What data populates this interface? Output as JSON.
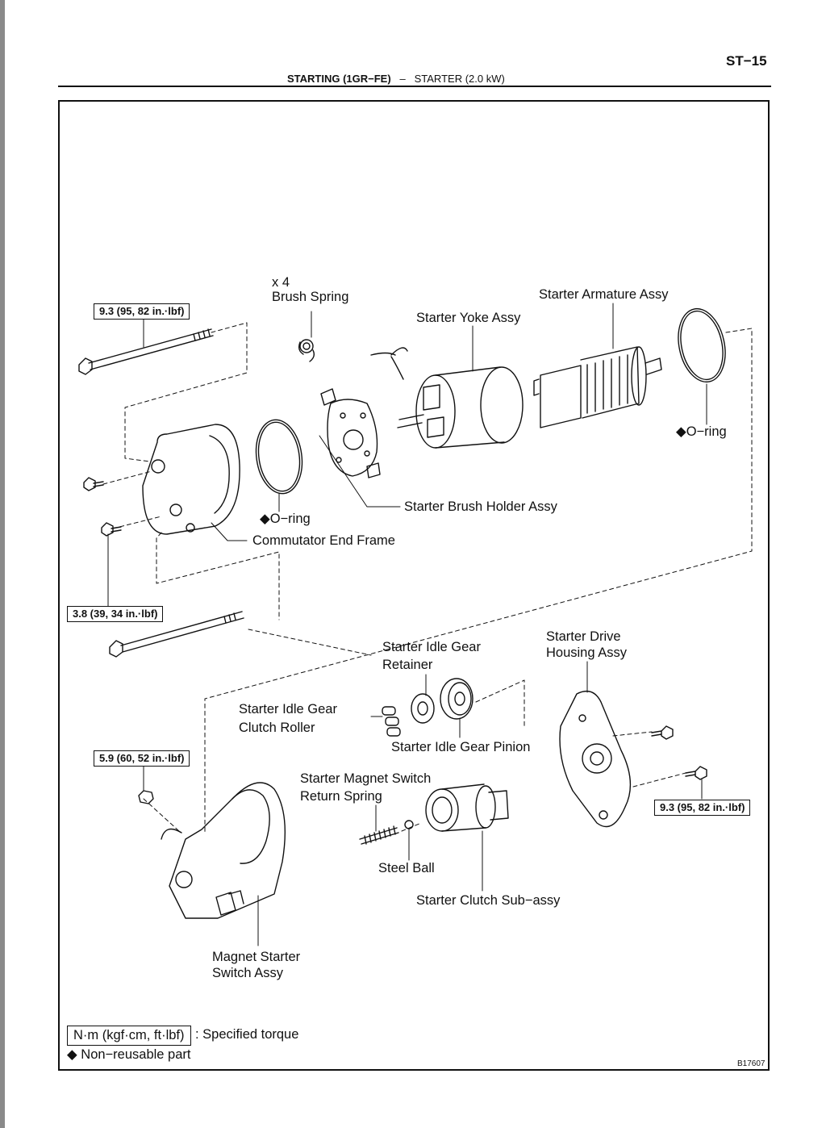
{
  "header": {
    "page_code": "ST−15",
    "section": "STARTING (1GR−FE)",
    "separator": "–",
    "subsection": "STARTER (2.0 kW)"
  },
  "labels": {
    "x4": "x 4",
    "brush_spring": "Brush Spring",
    "starter_yoke_assy": "Starter Yoke Assy",
    "starter_armature_assy": "Starter Armature Assy",
    "oring_right": "◆O−ring",
    "oring_left": "◆O−ring",
    "starter_brush_holder_assy": "Starter Brush Holder Assy",
    "commutator_end_frame": "Commutator End Frame",
    "starter_idle_gear_retainer_1": "Starter Idle Gear",
    "starter_idle_gear_retainer_2": "Retainer",
    "starter_drive_housing_assy_1": "Starter Drive",
    "starter_drive_housing_assy_2": "Housing Assy",
    "starter_idle_gear_clutch_roller_1": "Starter Idle Gear",
    "starter_idle_gear_clutch_roller_2": "Clutch Roller",
    "starter_idle_gear_pinion": "Starter Idle Gear Pinion",
    "starter_magnet_switch_return_spring_1": "Starter Magnet Switch",
    "starter_magnet_switch_return_spring_2": "Return Spring",
    "steel_ball": "Steel Ball",
    "starter_clutch_sub_assy": "Starter Clutch Sub−assy",
    "magnet_starter_switch_assy_1": "Magnet Starter",
    "magnet_starter_switch_assy_2": "Switch Assy"
  },
  "torques": {
    "through_bolt_top": "9.3 (95, 82 in.·lbf)",
    "end_frame_screw": "3.8 (39, 34 in.·lbf)",
    "magnet_switch_nut": "5.9 (60, 52 in.·lbf)",
    "drive_housing_bolt": "9.3 (95, 82 in.·lbf)"
  },
  "legend": {
    "unit_box": "N·m (kgf·cm, ft·lbf)",
    "unit_text": ": Specified torque",
    "non_reusable": "◆ Non−reusable part"
  },
  "figure_code": "B17607"
}
